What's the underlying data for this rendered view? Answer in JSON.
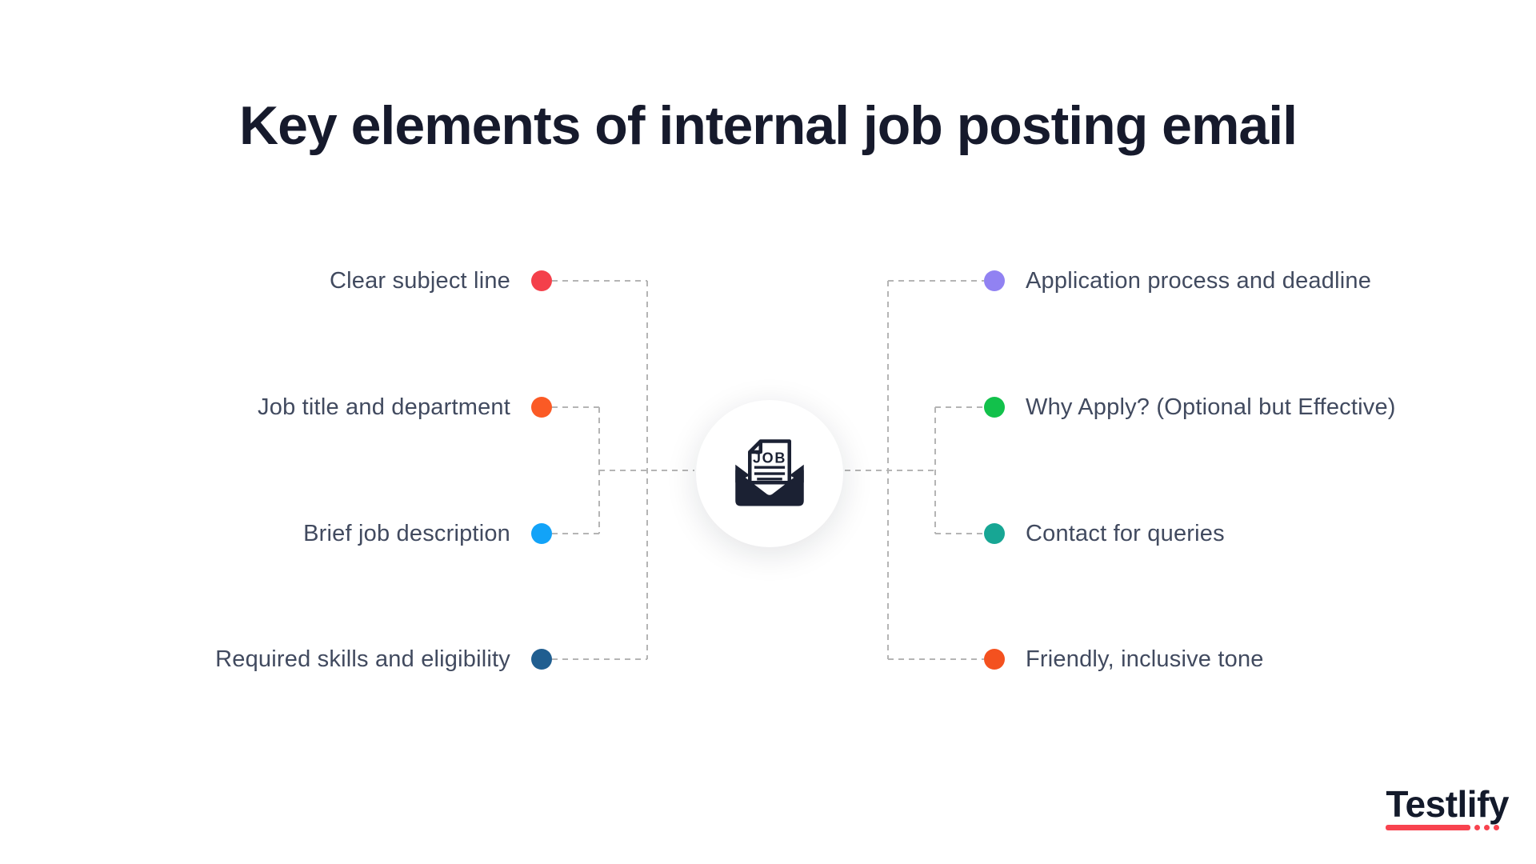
{
  "title": "Key elements of internal job posting email",
  "left_items": [
    {
      "label": "Clear subject line",
      "dot_color": "#f4404b"
    },
    {
      "label": "Job title and department",
      "dot_color": "#fb5a25"
    },
    {
      "label": "Brief job description",
      "dot_color": "#12a3f8"
    },
    {
      "label": "Required skills and eligibility",
      "dot_color": "#205e90"
    }
  ],
  "right_items": [
    {
      "label": "Application process and deadline",
      "dot_color": "#9182f2"
    },
    {
      "label": "Why Apply? (Optional but Effective)",
      "dot_color": "#12c14b"
    },
    {
      "label": "Contact for queries",
      "dot_color": "#17a694"
    },
    {
      "label": "Friendly, inclusive tone",
      "dot_color": "#f4511f"
    }
  ],
  "center_icon": {
    "name": "job-posting-email-icon",
    "label": "JOB"
  },
  "logo": {
    "text": "Testlify",
    "accent_color": "#f8434f"
  },
  "colors": {
    "title_text": "#161a2c",
    "label_text": "#414a5f",
    "connector_line": "#b5b5b5",
    "icon_ink": "#1b2133",
    "background": "#ffffff"
  }
}
